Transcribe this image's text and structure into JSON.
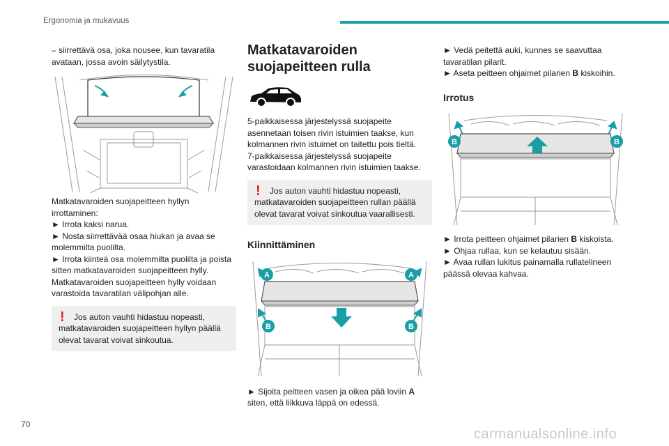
{
  "header": {
    "section_title": "Ergonomia ja mukavuus",
    "accent_color": "#1a9ea6"
  },
  "page_number": "70",
  "watermark": "carmanualsonline.info",
  "col1": {
    "intro": "– siirrettävä osa, joka nousee, kun tavaratila avataan, jossa avoin säilytystila.",
    "removal_intro": "Matkatavaroiden suojapeitteen hyllyn irrottaminen:",
    "steps": [
      "► Irrota kaksi narua.",
      "► Nosta siirrettävää osaa hiukan ja avaa se molemmilta puolilta.",
      "► Irrota kiinteä osa molemmilta puolilta ja poista sitten matkatavaroiden suojapeitteen hylly."
    ],
    "storage_note": "Matkatavaroiden suojapeitteen hylly voidaan varastoida tavaratilan välipohjan alle.",
    "warning": "Jos auton vauhti hidastuu nopeasti, matkatavaroiden suojapeitteen hyllyn päällä olevat tavarat voivat sinkoutua."
  },
  "col2": {
    "title": "Matkatavaroiden suojapeitteen rulla",
    "body1": "5-paikkaisessa järjestelyssä suojapeite asennetaan toisen rivin istuimien taakse, kun kolmannen rivin istuimet on taitettu pois tieltä.",
    "body2": "7-paikkaisessa järjestelyssä suojapeite varastoidaan kolmannen rivin istuimien taakse.",
    "warning": "Jos auton vauhti hidastuu nopeasti, matkatavaroiden suojapeitteen rullan päällä olevat tavarat voivat sinkoutua vaarallisesti.",
    "install_title": "Kiinnittäminen",
    "install_step_pre": "► Sijoita peitteen vasen ja oikea pää loviin ",
    "install_step_bold": "A",
    "install_step_post": " siten, että liikkuva läppä on edessä.",
    "label_a": "A",
    "label_b": "B"
  },
  "col3": {
    "step1": "► Vedä peitettä auki, kunnes se saavuttaa tavaratilan pilarit.",
    "step2_pre": "► Aseta peitteen ohjaimet pilarien ",
    "step2_bold": "B",
    "step2_post": " kiskoihin.",
    "removal_title": "Irrotus",
    "rm_step1_pre": "► Irrota peitteen ohjaimet pilarien ",
    "rm_step1_bold": "B",
    "rm_step1_post": " kiskoista.",
    "rm_step2": "► Ohjaa rullaa, kun se kelautuu sisään.",
    "rm_step3": "► Avaa rullan lukitus painamalla rullatelineen päässä olevaa kahvaa.",
    "label_b": "B"
  }
}
